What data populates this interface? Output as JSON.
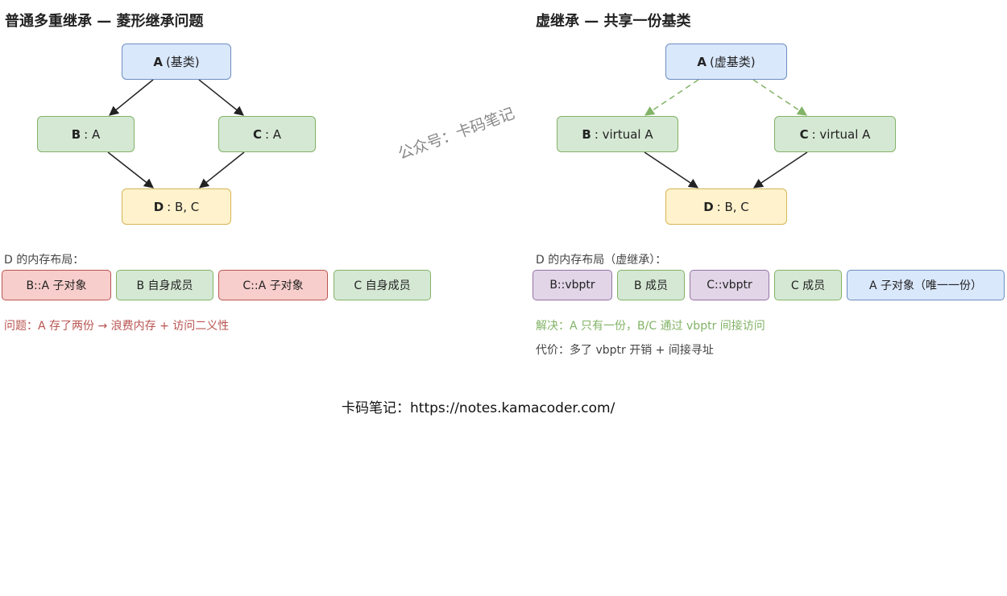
{
  "left": {
    "title": "普通多重继承 — 菱形继承问题",
    "nodes": {
      "a": {
        "bold": "A",
        "rest": "(基类)"
      },
      "b": {
        "bold": "B",
        "rest": ": A"
      },
      "c": {
        "bold": "C",
        "rest": ": A"
      },
      "d": {
        "bold": "D",
        "rest": ": B, C"
      }
    },
    "layout_label": "D 的内存布局：",
    "cells": [
      "B::A 子对象",
      "B 自身成员",
      "C::A 子对象",
      "C 自身成员"
    ],
    "problem": "问题：A 存了两份 → 浪费内存 + 访问二义性"
  },
  "right": {
    "title": "虚继承 — 共享一份基类",
    "nodes": {
      "a": {
        "bold": "A",
        "rest": "(虚基类)"
      },
      "b": {
        "bold": "B",
        "rest": ": virtual A"
      },
      "c": {
        "bold": "C",
        "rest": ": virtual A"
      },
      "d": {
        "bold": "D",
        "rest": ": B, C"
      }
    },
    "layout_label": "D 的内存布局（虚继承）：",
    "cells": [
      "B::vbptr",
      "B 成员",
      "C::vbptr",
      "C 成员",
      "A 子对象（唯一一份）"
    ],
    "solution": "解决：A 只有一份，B/C 通过 vbptr 间接访问",
    "cost": "代价：多了 vbptr 开销 + 间接寻址"
  },
  "watermark": "公众号：卡码笔记",
  "footer": "卡码笔记：https://notes.kamacoder.com/",
  "colors": {
    "blue_fill": "#dae8fc",
    "blue_stroke": "#6c8ebf",
    "green_fill": "#d5e8d4",
    "green_stroke": "#82b366",
    "yellow_fill": "#fff2cc",
    "yellow_stroke": "#d6b656",
    "red_fill": "#f8cecc",
    "red_stroke": "#b85450",
    "purple_fill": "#e1d5e7",
    "purple_stroke": "#9673a6",
    "arrow": "#222222",
    "virtual_arrow": "#82b366"
  }
}
